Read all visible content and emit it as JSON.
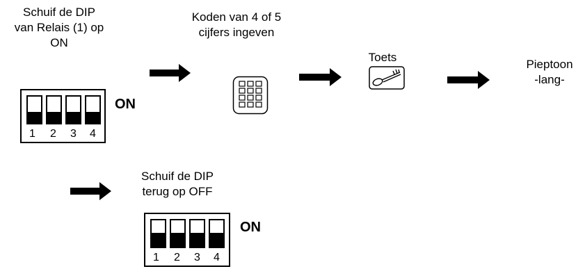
{
  "steps": {
    "step1_text": [
      "Schuif de DIP",
      "van  Relais (1) op",
      "ON"
    ],
    "step2_text": [
      "Koden van 4 of 5",
      "cijfers ingeven"
    ],
    "step3_text": "Toets",
    "step4_text": [
      "Pieptoon",
      "-lang-"
    ],
    "step5_text": [
      "Schuif de  DIP",
      "terug op OFF"
    ]
  },
  "dip_top": {
    "on_label": "ON",
    "numbers": [
      "1",
      "2",
      "3",
      "4"
    ],
    "state": "on"
  },
  "dip_bottom": {
    "on_label": "ON",
    "numbers": [
      "1",
      "2",
      "3",
      "4"
    ],
    "state": "off"
  },
  "icons": {
    "keypad": "keypad-icon",
    "key": "key-icon",
    "arrow": "right-arrow-icon"
  }
}
